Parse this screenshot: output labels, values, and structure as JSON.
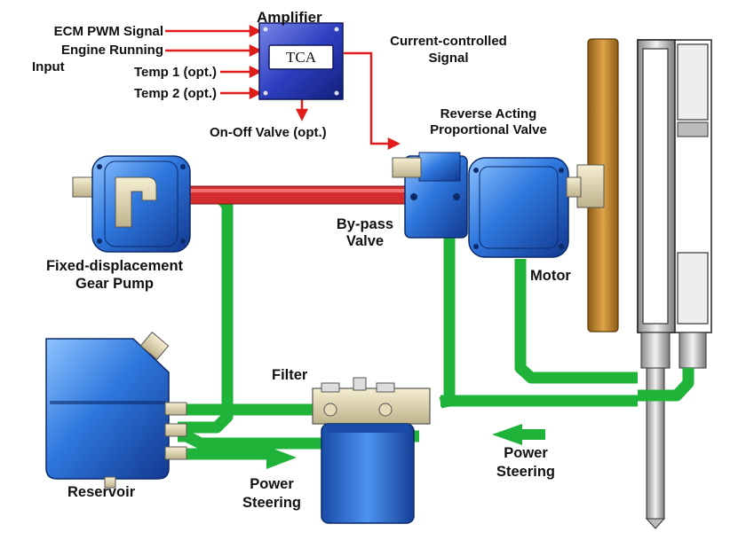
{
  "amplifier": {
    "title": "Amplifier",
    "module": "TCA"
  },
  "inputs": [
    {
      "label": "ECM PWM Signal"
    },
    {
      "label": "Engine Running"
    },
    {
      "label": "Input"
    },
    {
      "label": "Temp 1 (opt.)"
    },
    {
      "label": "Temp 2 (opt.)"
    }
  ],
  "outputs": {
    "on_off_valve": "On-Off Valve (opt.)",
    "current_signal_1": "Current-controlled",
    "current_signal_2": "Signal"
  },
  "components": {
    "proportional_valve_1": "Reverse Acting",
    "proportional_valve_2": "Proportional Valve",
    "bypass_1": "By-pass",
    "bypass_2": "Valve",
    "pump_1": "Fixed-displacement",
    "pump_2": "Gear Pump",
    "motor": "Motor",
    "filter": "Filter",
    "reservoir": "Reservoir",
    "power_steering_left_1": "Power",
    "power_steering_left_2": "Steering",
    "power_steering_right_1": "Power",
    "power_steering_right_2": "Steering"
  },
  "colors": {
    "hydraulic_line": "#1fb33a",
    "pressure_line": "#d42c2c",
    "signal_arrow": "#e21b1b",
    "component_blue": "#2a6fd6",
    "fan": "#c98a2e"
  }
}
